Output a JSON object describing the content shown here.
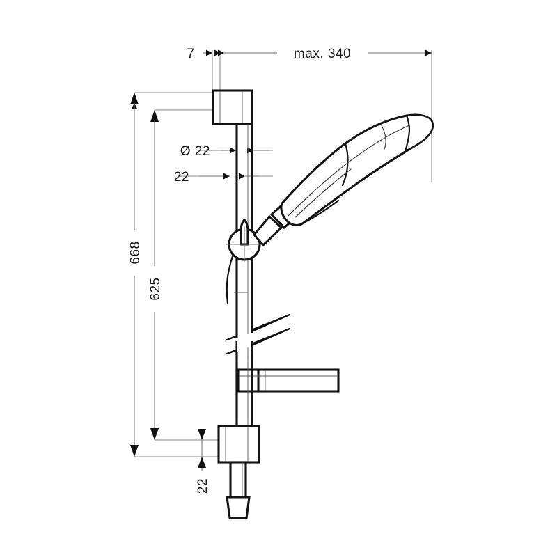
{
  "drawing": {
    "title": "Shower rail set technical dimension drawing",
    "units": "mm",
    "background_color": "#ffffff",
    "line_color": "#141414",
    "dimension_line_color": "#6e6e6e"
  },
  "dimensions": {
    "wall_offset": {
      "label": "7",
      "orientation": "horizontal",
      "value": 7
    },
    "reach_max": {
      "label": "max. 340",
      "orientation": "horizontal",
      "value": 340
    },
    "rail_diameter": {
      "label": "Ø 22",
      "orientation": "horizontal",
      "value": 22
    },
    "bracket_width": {
      "label": "22",
      "orientation": "horizontal",
      "value": 22
    },
    "total_height": {
      "label": "668",
      "orientation": "vertical",
      "value": 668
    },
    "rail_height": {
      "label": "625",
      "orientation": "vertical",
      "value": 625
    },
    "bottom_offset": {
      "label": "22",
      "orientation": "vertical",
      "value": 22
    }
  },
  "parts": {
    "top_bracket": "top-wall-bracket",
    "bottom_bracket": "bottom-wall-bracket",
    "rail": "vertical-slide-rail",
    "slider": "adjustable-slider-holder",
    "slider_lever": "slider-clamp-lever",
    "handshower": "handshower-head",
    "hose": "shower-hose",
    "hose_connector": "hose-cone-connector",
    "soap_dish": "soap-dish-shelf",
    "break_marks": "rail-break-symbol"
  }
}
